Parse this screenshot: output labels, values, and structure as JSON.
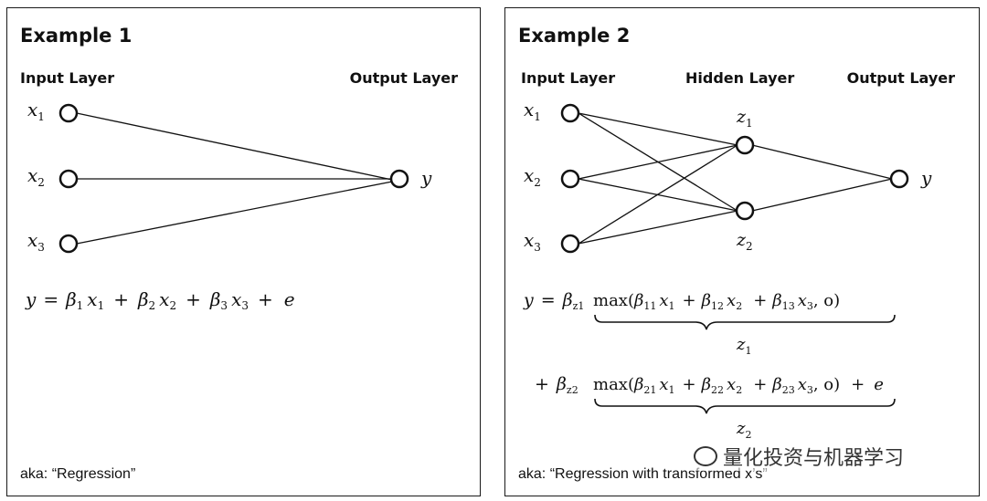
{
  "example1": {
    "title": "Example 1",
    "input_layer": "Input Layer",
    "output_layer": "Output Layer",
    "aka": "aka: “Regression”"
  },
  "example2": {
    "title": "Example 2",
    "input_layer": "Input Layer",
    "hidden_layer": "Hidden Layer",
    "output_layer": "Output Layer",
    "aka": "aka: “Regression with transformed x’s”"
  },
  "watermark": "量化投资与机器学习"
}
